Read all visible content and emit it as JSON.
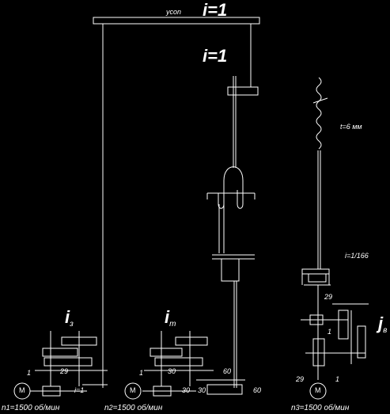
{
  "labels": {
    "top_ratio": "i=1",
    "top_small": "ycon",
    "mid_ratio": "i=1",
    "screw_pitch": "t=6 мм",
    "worm_ratio": "i=1/166",
    "i_main": "i",
    "i_main_sub": "з",
    "i_second": "i",
    "i_second_sub": "т",
    "i_third": "j",
    "i_third_sub": "в",
    "motor": "M",
    "left_num_1": "1",
    "left_num_29": "29",
    "left_i1": "i=1",
    "mid_num_1": "1",
    "mid_num_30a": "30",
    "mid_num_30b": "30",
    "mid_num_30c": "30",
    "mid_num_60a": "60",
    "mid_num_60b": "60",
    "right_num_29a": "29",
    "right_num_1a": "1",
    "right_num_29b": "29",
    "right_num_1b": "1",
    "speed_1": "n",
    "speed_1_sub": "1",
    "speed_1_val": "=1500 об/мин",
    "speed_2": "n",
    "speed_2_sub": "2",
    "speed_2_val": "=1500 об/мин",
    "speed_3": "n",
    "speed_3_sub": "3",
    "speed_3_val": "=1500 об/мин"
  }
}
